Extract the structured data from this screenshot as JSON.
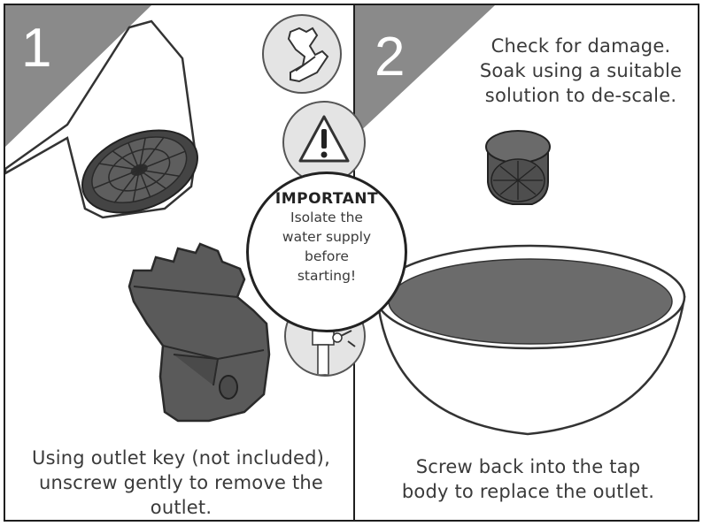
{
  "step1": {
    "number": "1",
    "caption_lines": [
      "Using outlet key (not included),",
      "unscrew gently to remove the",
      "outlet."
    ]
  },
  "step2": {
    "number": "2",
    "top_lines": [
      "Check for damage.",
      "Soak using a suitable",
      "solution to de-scale."
    ],
    "bottom_lines": [
      "Screw back into the tap",
      "body to replace the outlet."
    ]
  },
  "important": {
    "title": "IMPORTANT",
    "lines": [
      "Isolate the",
      "water supply",
      "before",
      "starting!"
    ]
  },
  "icons": {
    "warning": "warning-triangle-icon",
    "outlet_key": "outlet-key-icon",
    "valve": "isolation-valve-icon"
  },
  "colors": {
    "corner_triangle": "#8a8a8a",
    "illustration_dark": "#5a5a5a",
    "water": "#6b6b6b",
    "border": "#1e1e1e"
  }
}
